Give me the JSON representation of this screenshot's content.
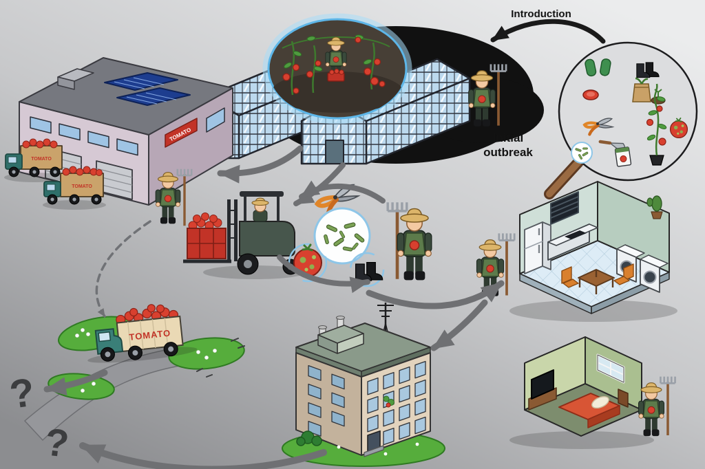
{
  "labels": {
    "introduction": "Introduction",
    "initial_outbreak_line1": "Initial",
    "initial_outbreak_line2": "outbreak",
    "truck_brand": "TOMATO",
    "question_mark": "?"
  },
  "palette": {
    "background_top": "#ebeced",
    "background_bottom": "#8c8d90",
    "tomato_red": "#d8402f",
    "greenhouse_glass": "#bcd9ee",
    "grass_green": "#56ad3c",
    "arrow_gray": "#6f7073",
    "outbreak_black": "#111111"
  }
}
